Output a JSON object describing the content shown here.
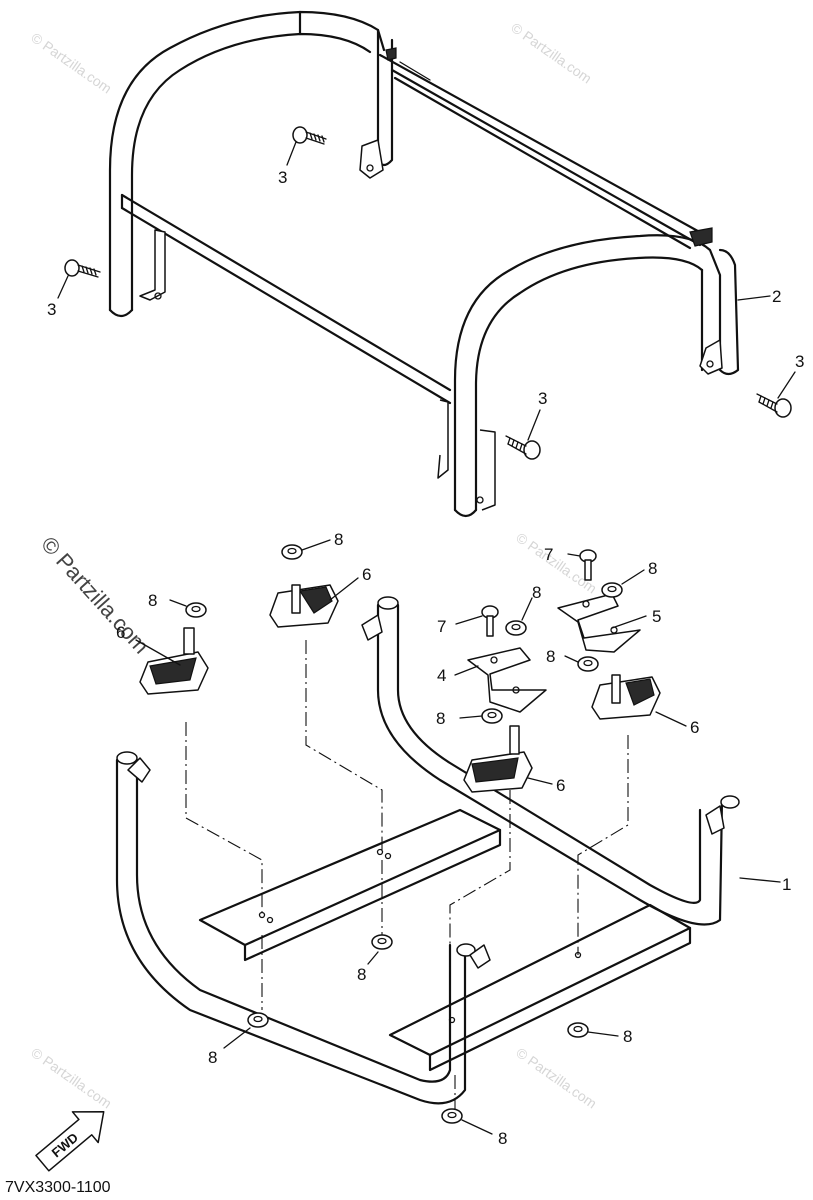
{
  "watermark": {
    "text": "© Partzilla.com"
  },
  "diagram_code": "7VX3300-1100",
  "fwd_label": "FWD",
  "callouts": {
    "c1": "1",
    "c2": "2",
    "c3a": "3",
    "c3b": "3",
    "c3c": "3",
    "c3d": "3",
    "c4": "4",
    "c5": "5",
    "c6a": "6",
    "c6b": "6",
    "c6c": "6",
    "c6d": "6",
    "c7a": "7",
    "c7b": "7",
    "c8a": "8",
    "c8b": "8",
    "c8c": "8",
    "c8d": "8",
    "c8e": "8",
    "c8f": "8",
    "c8g": "8",
    "c8h": "8",
    "c8i": "8",
    "c8j": "8"
  }
}
